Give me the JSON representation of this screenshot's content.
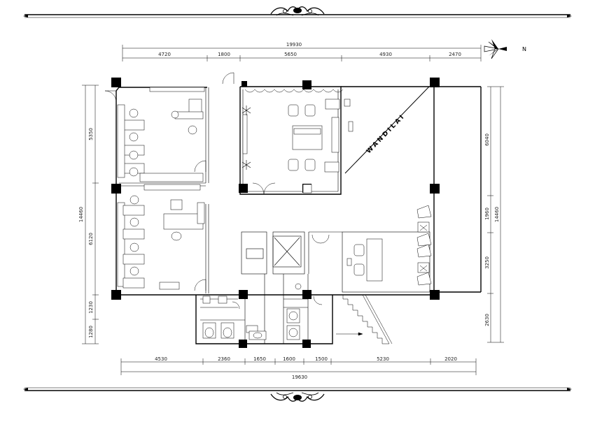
{
  "dimensions": {
    "top": {
      "total": "19930",
      "segments": [
        "4720",
        "1800",
        "5650",
        "4930",
        "2470"
      ]
    },
    "bottom": {
      "total": "19630",
      "segments": [
        "4530",
        "2360",
        "1650",
        "1600",
        "1500",
        "5230",
        "2020"
      ]
    },
    "left": {
      "total": "14460",
      "segments": [
        "5350",
        "6120",
        "1230",
        "1280"
      ]
    },
    "right": {
      "total": "14460",
      "segments": [
        "6040",
        "1960",
        "3250",
        "2630"
      ]
    }
  },
  "signage": {
    "wall_text": "WANDILAI"
  },
  "north": {
    "label": "N"
  },
  "colors": {
    "line": "#000000",
    "background": "#ffffff",
    "column": "#000000"
  }
}
